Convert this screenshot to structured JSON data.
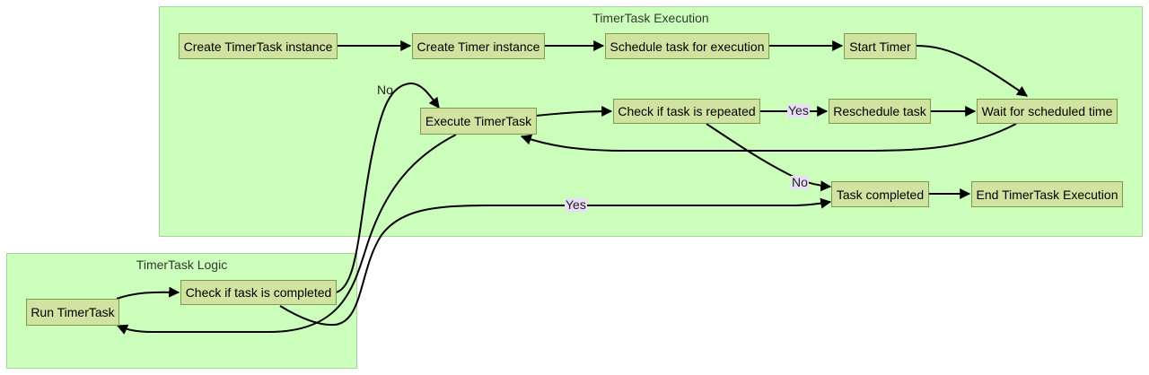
{
  "clusters": {
    "execution": {
      "title": "TimerTask Execution"
    },
    "logic": {
      "title": "TimerTask Logic"
    }
  },
  "nodes": {
    "create_task": "Create TimerTask instance",
    "create_timer": "Create Timer instance",
    "schedule": "Schedule task for execution",
    "start_timer": "Start Timer",
    "execute": "Execute TimerTask",
    "check_repeated": "Check if task is repeated",
    "reschedule": "Reschedule task",
    "wait": "Wait for scheduled time",
    "completed": "Task completed",
    "end": "End TimerTask Execution",
    "run": "Run TimerTask",
    "check_completed": "Check if task is completed"
  },
  "edge_labels": {
    "repeated_yes": "Yes",
    "repeated_no": "No",
    "completed_no": "No",
    "completed_yes": "Yes"
  },
  "colors": {
    "cluster_fill": "#ccffbb",
    "node_fill": "#d1e3a0",
    "edge_label_bg": "#e9ddf8"
  }
}
